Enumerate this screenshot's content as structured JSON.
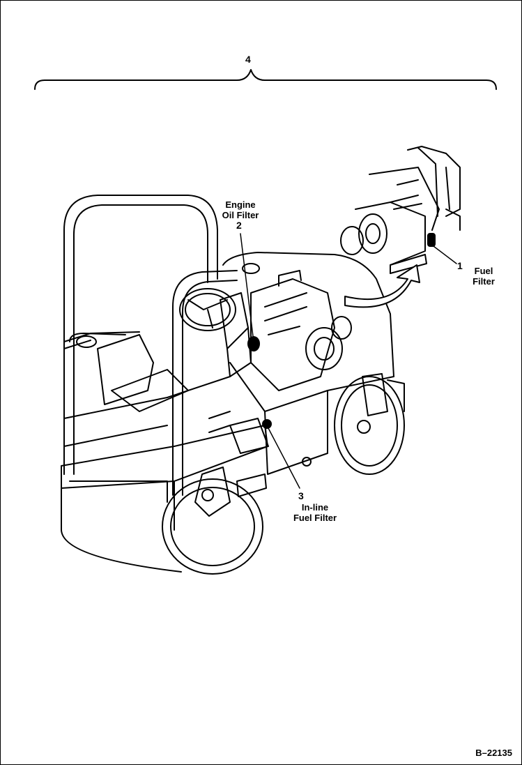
{
  "callouts": {
    "assembly": {
      "number": "4"
    },
    "fuel_filter": {
      "number": "1",
      "label_line1": "Fuel",
      "label_line2": "Filter"
    },
    "engine_oil_filter": {
      "number": "2",
      "label_line1": "Engine",
      "label_line2": "Oil Filter"
    },
    "inline_fuel_filter": {
      "number": "3",
      "label_line1": "In-line",
      "label_line2": "Fuel Filter"
    }
  },
  "figure_code": "B–22135"
}
